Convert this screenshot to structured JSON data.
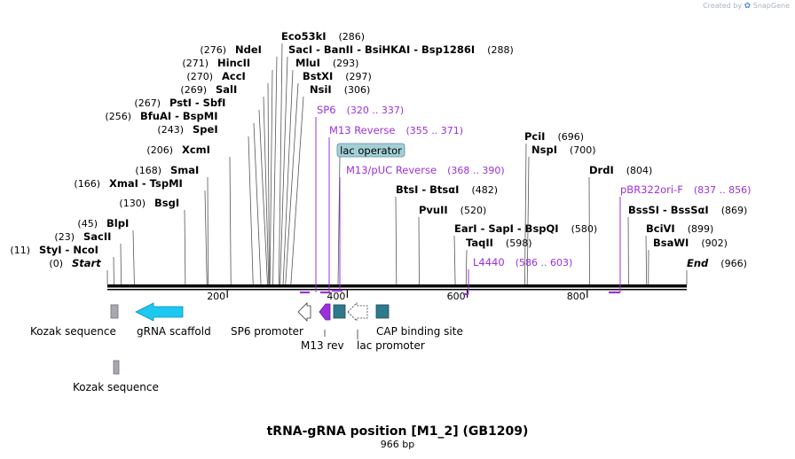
{
  "branding": {
    "label": "Created by",
    "product": "SnapGene"
  },
  "sequence": {
    "name": "tRNA-gRNA position [M1_2] (GB1209)",
    "length_label": "966 bp"
  },
  "ruler": {
    "ticks": [
      "200",
      "400",
      "600",
      "800"
    ]
  },
  "sites": [
    {
      "names": [
        "Start"
      ],
      "pos": "(0)",
      "italic": true
    },
    {
      "names": [
        "StyI",
        "NcoI"
      ],
      "pos": "(11)"
    },
    {
      "names": [
        "SacII"
      ],
      "pos": "(23)"
    },
    {
      "names": [
        "BlpI"
      ],
      "pos": "(45)"
    },
    {
      "names": [
        "BsgI"
      ],
      "pos": "(130)"
    },
    {
      "names": [
        "XmaI",
        "TspMI"
      ],
      "pos": "(166)"
    },
    {
      "names": [
        "SmaI"
      ],
      "pos": "(168)"
    },
    {
      "names": [
        "XcmI"
      ],
      "pos": "(206)"
    },
    {
      "names": [
        "SpeI"
      ],
      "pos": "(243)"
    },
    {
      "names": [
        "BfuAI",
        "BspMI"
      ],
      "pos": "(256)"
    },
    {
      "names": [
        "PstI",
        "SbfI"
      ],
      "pos": "(267)"
    },
    {
      "names": [
        "SalI"
      ],
      "pos": "(269)"
    },
    {
      "names": [
        "AccI"
      ],
      "pos": "(270)"
    },
    {
      "names": [
        "HincII"
      ],
      "pos": "(271)"
    },
    {
      "names": [
        "NdeI"
      ],
      "pos": "(276)"
    },
    {
      "names": [
        "Eco53kI"
      ],
      "pos": "(286)"
    },
    {
      "names": [
        "SacI",
        "BanII",
        "BsiHKAI",
        "Bsp1286I"
      ],
      "pos": "(288)"
    },
    {
      "names": [
        "MluI"
      ],
      "pos": "(293)"
    },
    {
      "names": [
        "BstXI"
      ],
      "pos": "(297)"
    },
    {
      "names": [
        "NsiI"
      ],
      "pos": "(306)"
    },
    {
      "names": [
        "BtsI",
        "BtsαI"
      ],
      "pos": "(482)"
    },
    {
      "names": [
        "PvuII"
      ],
      "pos": "(520)"
    },
    {
      "names": [
        "EarI",
        "SapI",
        "BspQI"
      ],
      "pos": "(580)"
    },
    {
      "names": [
        "TaqII"
      ],
      "pos": "(598)"
    },
    {
      "names": [
        "PciI"
      ],
      "pos": "(696)"
    },
    {
      "names": [
        "NspI"
      ],
      "pos": "(700)"
    },
    {
      "names": [
        "DrdI"
      ],
      "pos": "(804)"
    },
    {
      "names": [
        "BssSI",
        "BssSαI"
      ],
      "pos": "(869)"
    },
    {
      "names": [
        "BciVI"
      ],
      "pos": "(899)"
    },
    {
      "names": [
        "BsaWI"
      ],
      "pos": "(902)"
    },
    {
      "names": [
        "End"
      ],
      "pos": "(966)",
      "italic": true
    }
  ],
  "primers": [
    {
      "name": "SP6",
      "range": "(320 .. 337)"
    },
    {
      "name": "M13 Reverse",
      "range": "(355 .. 371)"
    },
    {
      "name": "M13/pUC Reverse",
      "range": "(368 .. 390)"
    },
    {
      "name": "L4440",
      "range": "(586 .. 603)"
    },
    {
      "name": "pBR322ori-F",
      "range": "(837 .. 856)"
    }
  ],
  "lac_operator": "lac operator",
  "features": [
    {
      "label": "Kozak sequence"
    },
    {
      "label": "gRNA scaffold"
    },
    {
      "label": "SP6 promoter"
    },
    {
      "label": "M13 rev"
    },
    {
      "label": "lac promoter"
    },
    {
      "label": "CAP binding site"
    },
    {
      "label": "Kozak sequence"
    }
  ],
  "colors": {
    "primer": "#9b30d9",
    "scaffold": "#1ec8f0",
    "operator": "#a3cfd6",
    "cap": "#2e7a8c",
    "kozak": "#a8a8b0",
    "backbone": "#000000"
  }
}
